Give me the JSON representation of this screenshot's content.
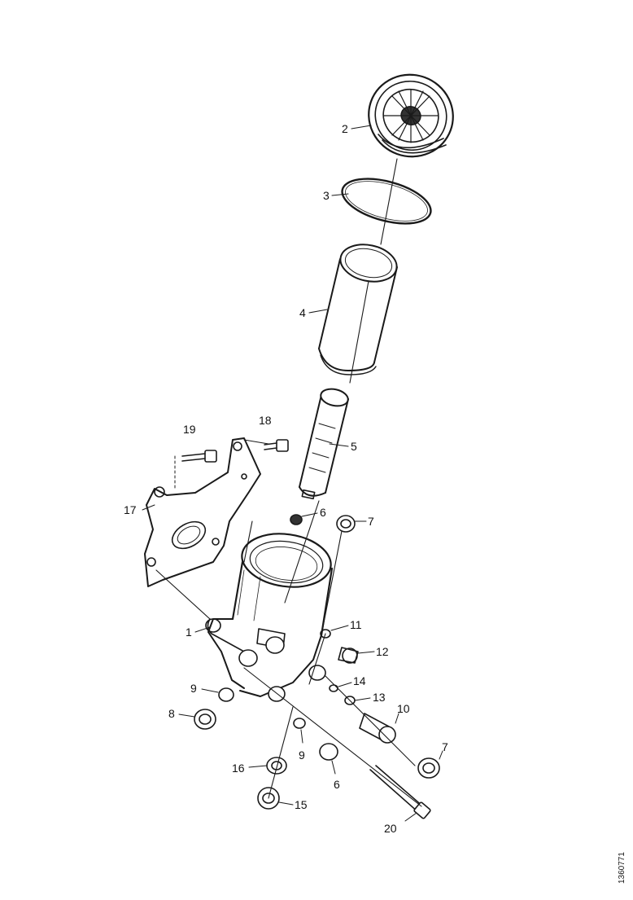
{
  "diagram": {
    "figure_code": "1360771",
    "callouts": {
      "c2": "2",
      "c3": "3",
      "c4": "4",
      "c5": "5",
      "c6a": "6",
      "c6b": "6",
      "c7a": "7",
      "c7b": "7",
      "c8": "8",
      "c9a": "9",
      "c9b": "9",
      "c10": "10",
      "c11": "11",
      "c12": "12",
      "c13": "13",
      "c14": "14",
      "c15": "15",
      "c16": "16",
      "c17": "17",
      "c18": "18",
      "c19": "19",
      "c20": "20",
      "c1": "1"
    }
  }
}
